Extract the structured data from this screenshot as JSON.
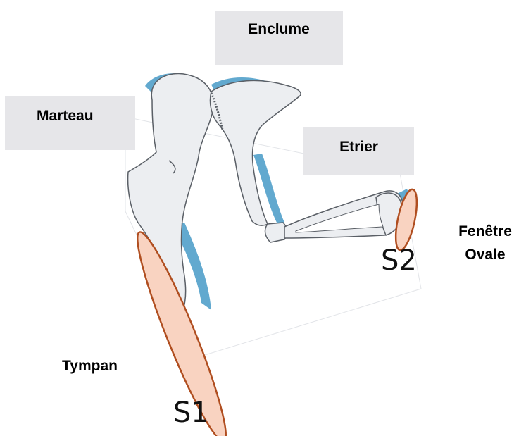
{
  "labels": {
    "enclume": "Enclume",
    "marteau": "Marteau",
    "etrier": "Etrier",
    "fenetre_line1": "Fenêtre",
    "fenetre_line2": "Ovale",
    "tympan": "Tympan",
    "s1": "S1",
    "s2": "S2"
  },
  "colors": {
    "bone": "#eceef1",
    "bone_outline": "#5a5f66",
    "blue_shadow": "#62a9cf",
    "membrane_fill": "#f9d3c1",
    "membrane_stroke": "#b04e20",
    "label_box": "#e6e6e9"
  }
}
